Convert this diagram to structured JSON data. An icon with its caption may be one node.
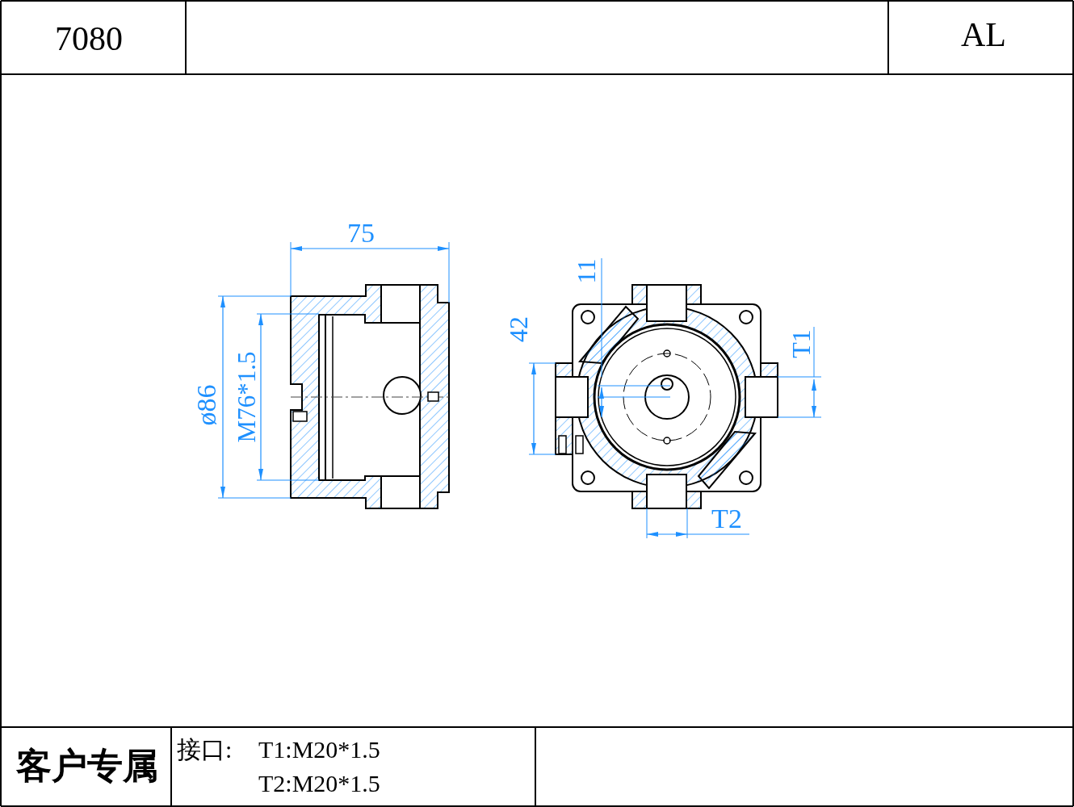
{
  "diagram": {
    "labels": [
      "7080",
      "AL",
      "75",
      "ø86",
      "M76*1.5",
      "42",
      "11",
      "T1",
      "T2",
      "客户专属",
      "接口:",
      "T1:M20*1.5",
      "T2:M20*1.5"
    ]
  }
}
